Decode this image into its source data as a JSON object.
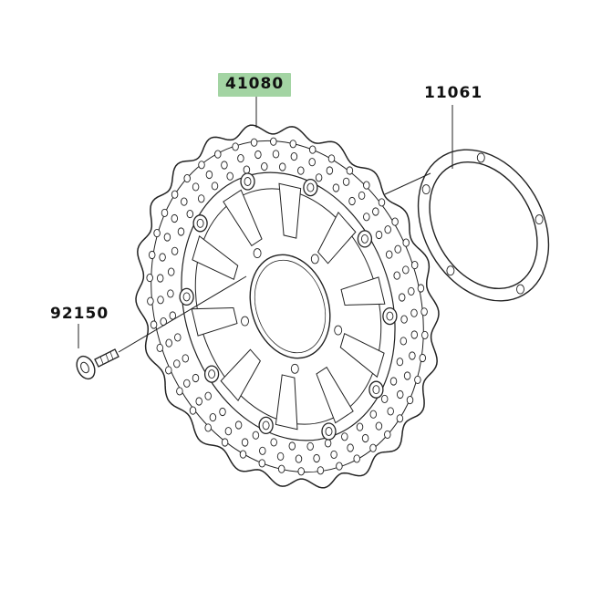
{
  "parts": [
    {
      "id": "brake-disc",
      "number": "41080",
      "highlight": true
    },
    {
      "id": "shim",
      "number": "11061",
      "highlight": false
    },
    {
      "id": "bolt",
      "number": "92150",
      "highlight": false
    }
  ],
  "colors": {
    "highlight": "#a3d4a3",
    "line": "#222222",
    "fill": "#ffffff"
  }
}
